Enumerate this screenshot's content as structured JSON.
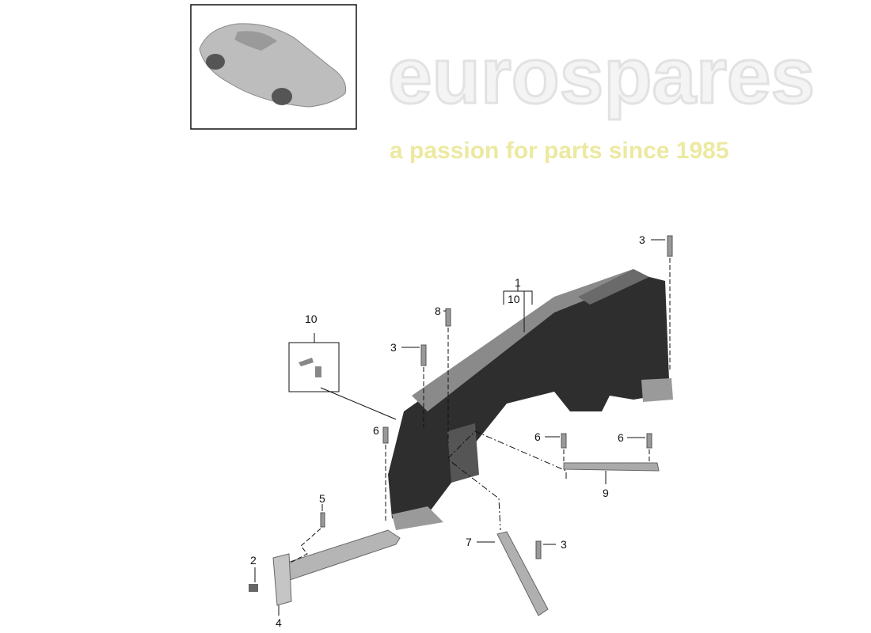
{
  "watermark": {
    "brand": "eurospares",
    "tagline": "a passion for parts since 1985",
    "brand_color": "#e8e8e8",
    "tagline_color": "#f2f0a0"
  },
  "callouts": [
    {
      "id": "c1",
      "text": "1"
    },
    {
      "id": "c10a",
      "text": "10"
    },
    {
      "id": "c3a",
      "text": "3"
    },
    {
      "id": "c8",
      "text": "8"
    },
    {
      "id": "c3b",
      "text": "3"
    },
    {
      "id": "c10b",
      "text": "10"
    },
    {
      "id": "c6a",
      "text": "6"
    },
    {
      "id": "c6b",
      "text": "6"
    },
    {
      "id": "c6c",
      "text": "6"
    },
    {
      "id": "c9",
      "text": "9"
    },
    {
      "id": "c5",
      "text": "5"
    },
    {
      "id": "c2",
      "text": "2"
    },
    {
      "id": "c4",
      "text": "4"
    },
    {
      "id": "c7",
      "text": "7"
    },
    {
      "id": "c3c",
      "text": "3"
    }
  ]
}
